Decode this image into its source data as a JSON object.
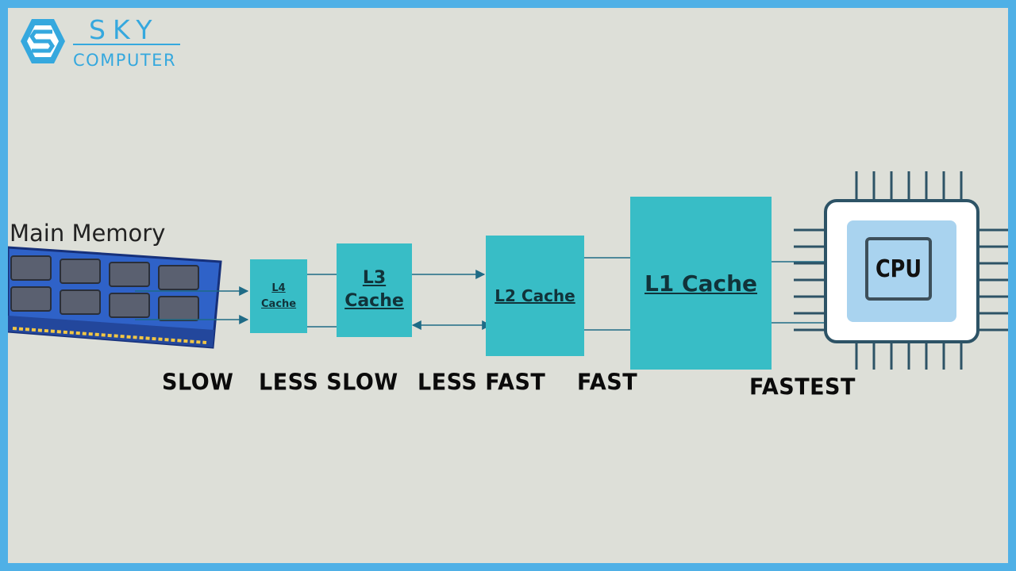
{
  "logo": {
    "brand": "SKY",
    "tagline": "COMPUTER"
  },
  "memory": {
    "label": "Main Memory"
  },
  "caches": [
    {
      "id": "l4",
      "label": "L4 Cache"
    },
    {
      "id": "l3",
      "label": "L3 Cache"
    },
    {
      "id": "l2",
      "label": "L2 Cache"
    },
    {
      "id": "l1",
      "label": "L1 Cache"
    }
  ],
  "speeds": [
    "SLOW",
    "LESS SLOW",
    "LESS FAST",
    "FAST",
    "FASTEST"
  ],
  "cpu": {
    "label": "CPU"
  },
  "colors": {
    "frame": "#4fb0e6",
    "background": "#dddfd8",
    "cache": "#38bdc6",
    "arrow": "#1f6b86",
    "cpu_chip": "#a9d3ef",
    "ram_board": "#2f62c8"
  }
}
